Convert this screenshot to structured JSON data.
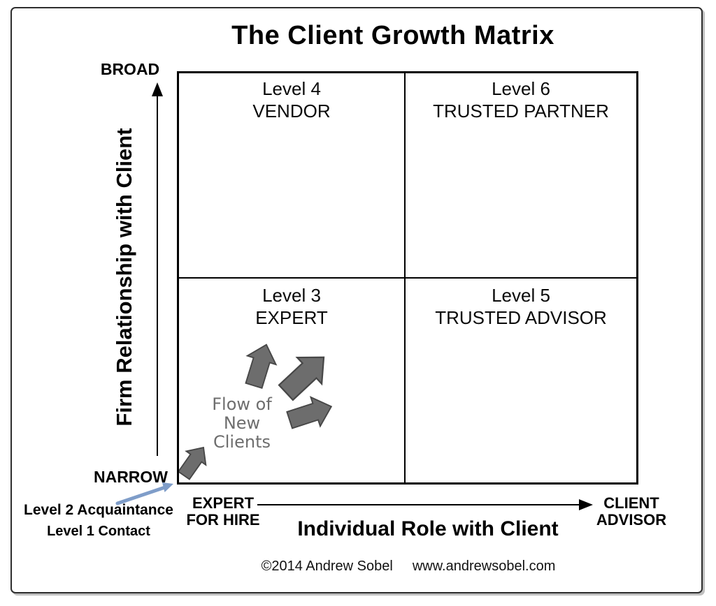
{
  "title": "The Client Growth Matrix",
  "colors": {
    "line": "#000000",
    "arrow_gray": "#6d6d6d",
    "arrow_gray_stroke": "#474747",
    "blue_arrow": "#7f9dc9",
    "flow_text": "#6e6e6e"
  },
  "y_axis": {
    "label": "Firm Relationship with Client",
    "top_end": "BROAD",
    "bottom_end": "NARROW"
  },
  "x_axis": {
    "label": "Individual Role with Client",
    "left_end_line1": "EXPERT",
    "left_end_line2": "FOR HIRE",
    "right_end_line1": "CLIENT",
    "right_end_line2": "ADVISOR"
  },
  "quadrants": [
    {
      "position": "top-left",
      "line1": "Level 4",
      "line2": "VENDOR"
    },
    {
      "position": "top-right",
      "line1": "Level 6",
      "line2": "TRUSTED PARTNER"
    },
    {
      "position": "bottom-left",
      "line1": "Level 3",
      "line2": "EXPERT"
    },
    {
      "position": "bottom-right",
      "line1": "Level 5",
      "line2": "TRUSTED ADVISOR"
    }
  ],
  "annotations": {
    "flow_line1": "Flow of",
    "flow_line2": "New",
    "flow_line3": "Clients",
    "level2_label": "Level 2 Acquaintance",
    "level1_label": "Level 1 Contact"
  },
  "footer": {
    "copyright": "©2014 Andrew Sobel",
    "website": "www.andrewsobel.com"
  }
}
